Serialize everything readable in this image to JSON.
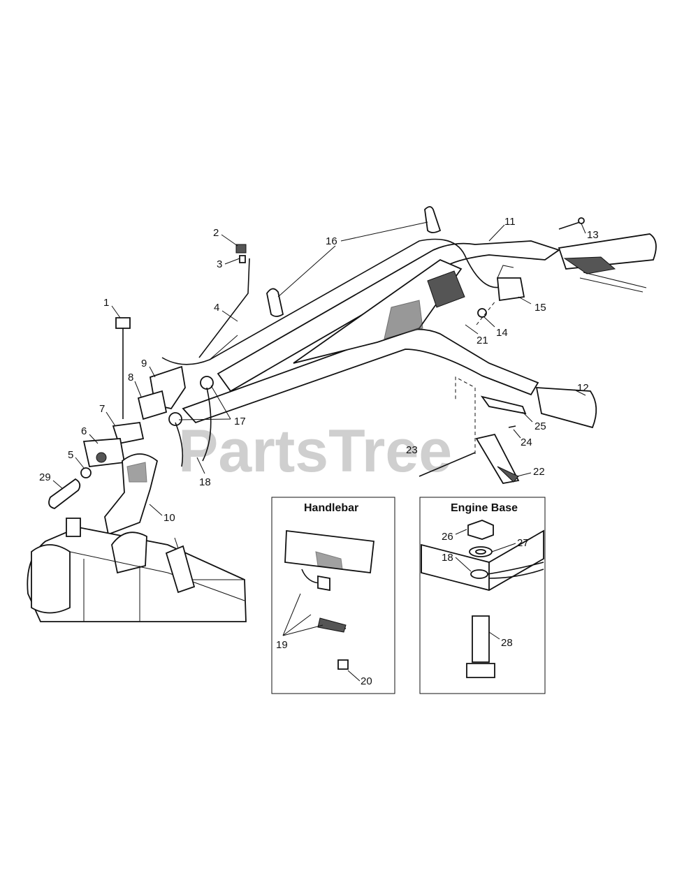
{
  "watermark": "PartsTree",
  "insets": {
    "handlebar": {
      "title": "Handlebar"
    },
    "engine_base": {
      "title": "Engine Base"
    }
  },
  "callouts": {
    "c1": "1",
    "c2": "2",
    "c3": "3",
    "c4": "4",
    "c5": "5",
    "c6": "6",
    "c7": "7",
    "c8": "8",
    "c9": "9",
    "c10": "10",
    "c11": "11",
    "c12": "12",
    "c13": "13",
    "c14": "14",
    "c15": "15",
    "c16": "16",
    "c17": "17",
    "c18": "18",
    "c21": "21",
    "c22": "22",
    "c23": "23",
    "c24": "24",
    "c25": "25",
    "c29": "29",
    "h19": "19",
    "h20": "20",
    "e26": "26",
    "e27": "27",
    "e18": "18",
    "e28": "28"
  }
}
